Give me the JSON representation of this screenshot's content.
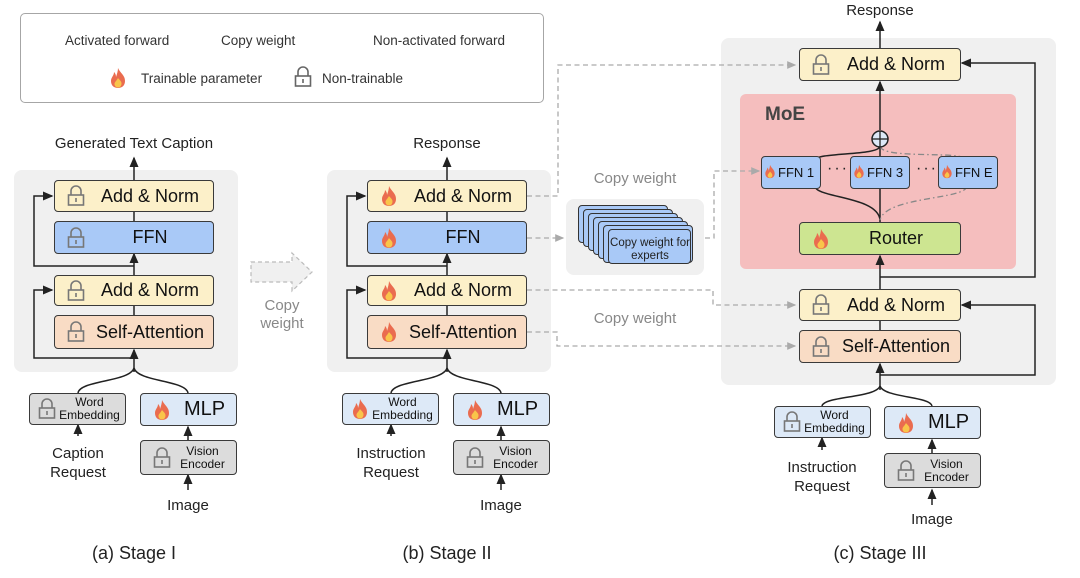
{
  "legend": {
    "activated_forward": "Activated forward",
    "copy_weight": "Copy weight",
    "non_activated_forward": "Non-activated forward",
    "trainable": "Trainable parameter",
    "non_trainable": "Non-trainable",
    "icons": {
      "trainable": "flame-icon",
      "non_trainable": "lock-icon"
    }
  },
  "colors": {
    "add_norm": "#fcf0c9",
    "ffn": "#a9c9f7",
    "self_attention": "#f9dcc5",
    "frozen_encoder": "#dcdcdc",
    "embedding_mlp": "#dde9f7",
    "router": "#cde591",
    "moe_bg": "#f5bebe",
    "panel_bg": "#f0f0f0",
    "copy_line": "#a8a8a8"
  },
  "stage1": {
    "output": "Generated Text Caption",
    "add_norm_top": "Add & Norm",
    "ffn": "FFN",
    "add_norm_bottom": "Add & Norm",
    "self_attention": "Self-Attention",
    "word_embedding": "Word Embedding",
    "mlp": "MLP",
    "vision_encoder": "Vision Encoder",
    "text_input": "Caption Request",
    "image_input": "Image",
    "caption": "(a) Stage I"
  },
  "transition": {
    "label": "Copy weight"
  },
  "stage2": {
    "output": "Response",
    "add_norm_top": "Add & Norm",
    "ffn": "FFN",
    "add_norm_bottom": "Add & Norm",
    "self_attention": "Self-Attention",
    "word_embedding": "Word Embedding",
    "mlp": "MLP",
    "vision_encoder": "Vision Encoder",
    "text_input": "Instruction Request",
    "image_input": "Image",
    "caption": "(b) Stage II"
  },
  "copy": {
    "label_top": "Copy weight",
    "label_bottom": "Copy weight",
    "experts_label": "Copy weight for experts"
  },
  "stage3": {
    "output": "Response",
    "add_norm_top": "Add & Norm",
    "moe_title": "MoE",
    "experts": [
      "FFN 1",
      "FFN 3",
      "FFN E"
    ],
    "ellipsis": "···",
    "router": "Router",
    "add_norm_bottom": "Add & Norm",
    "self_attention": "Self-Attention",
    "word_embedding": "Word Embedding",
    "mlp": "MLP",
    "vision_encoder": "Vision Encoder",
    "text_input": "Instruction Request",
    "image_input": "Image",
    "caption": "(c) Stage III"
  }
}
